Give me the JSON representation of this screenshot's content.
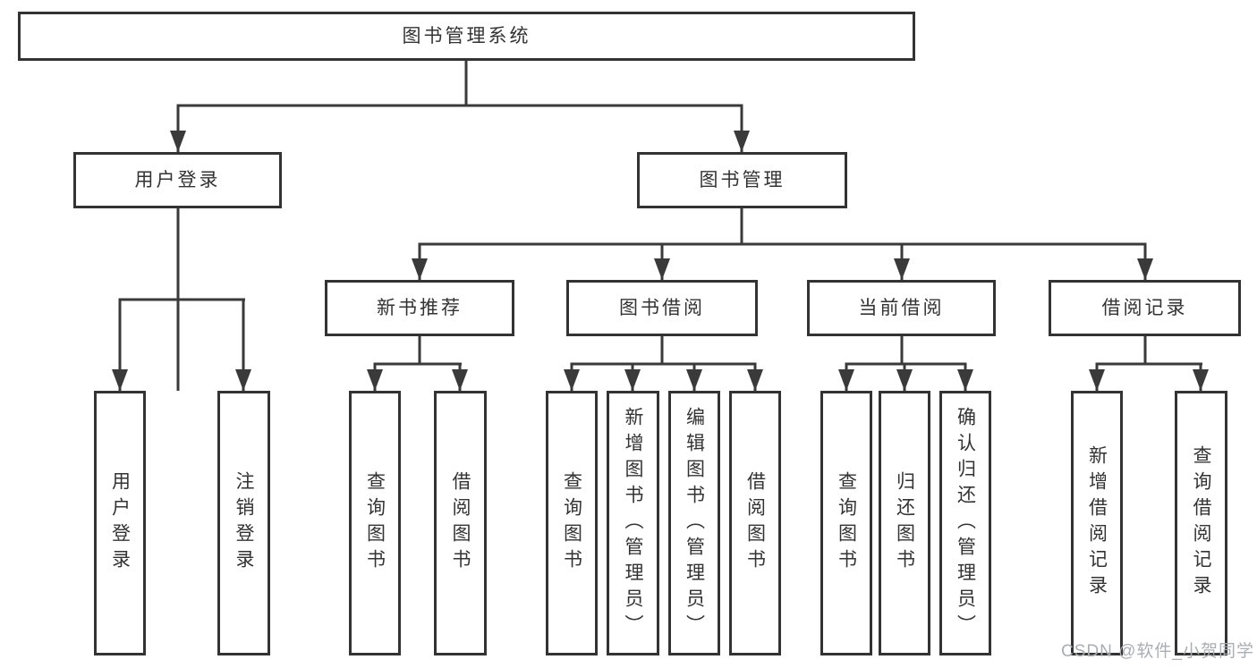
{
  "diagram": {
    "root": {
      "label": "图书管理系统"
    },
    "level1": [
      {
        "label": "用户登录"
      },
      {
        "label": "图书管理"
      }
    ],
    "level2": [
      {
        "label": "新书推荐",
        "parent": "图书管理"
      },
      {
        "label": "图书借阅",
        "parent": "图书管理"
      },
      {
        "label": "当前借阅",
        "parent": "图书管理"
      },
      {
        "label": "借阅记录",
        "parent": "图书管理"
      }
    ],
    "leaves": [
      {
        "label": "用户登录",
        "parent": "用户登录"
      },
      {
        "label": "注销登录",
        "parent": "用户登录"
      },
      {
        "label": "查询图书",
        "parent": "新书推荐"
      },
      {
        "label": "借阅图书",
        "parent": "新书推荐"
      },
      {
        "label": "查询图书",
        "parent": "图书借阅"
      },
      {
        "label": "新增图书（管理员）",
        "parent": "图书借阅"
      },
      {
        "label": "编辑图书（管理员）",
        "parent": "图书借阅"
      },
      {
        "label": "借阅图书",
        "parent": "图书借阅"
      },
      {
        "label": "查询图书",
        "parent": "当前借阅"
      },
      {
        "label": "归还图书",
        "parent": "当前借阅"
      },
      {
        "label": "确认归还（管理员）",
        "parent": "当前借阅"
      },
      {
        "label": "新增借阅记录",
        "parent": "借阅记录"
      },
      {
        "label": "查询借阅记录",
        "parent": "借阅记录"
      }
    ]
  },
  "watermark": {
    "text": "CSDN @软件_小贺同学",
    "color": "#a9aeb4"
  },
  "colors": {
    "line": "#3a3a3a",
    "box_border": "#333333",
    "text": "#333333",
    "background": "#ffffff"
  }
}
